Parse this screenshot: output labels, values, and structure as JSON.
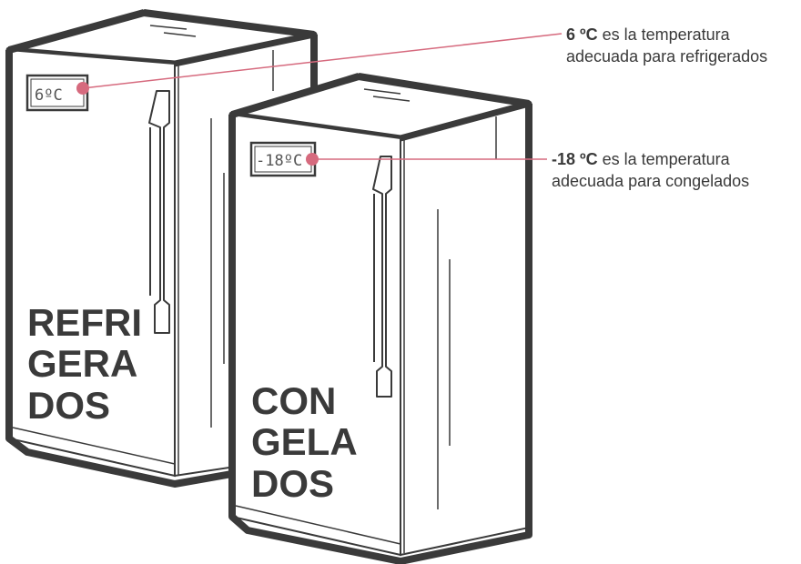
{
  "refrigerator": {
    "display_value": "6ºC",
    "label_lines": [
      "REFRI",
      "GERA",
      "DOS"
    ]
  },
  "freezer": {
    "display_value": "-18ºC",
    "label_lines": [
      "CON",
      "GELA",
      "DOS"
    ]
  },
  "callouts": {
    "refrigerator": {
      "value": "6 ºC",
      "line1_rest": " es la temperatura",
      "line2": "adecuada para refrigerados"
    },
    "freezer": {
      "value": "-18 ºC",
      "line1_rest": " es la temperatura",
      "line2": "adecuada para congelados"
    }
  },
  "colors": {
    "outline": "#3a3a3a",
    "callout_line": "#d66a7e",
    "callout_dot": "#d66a7e"
  }
}
